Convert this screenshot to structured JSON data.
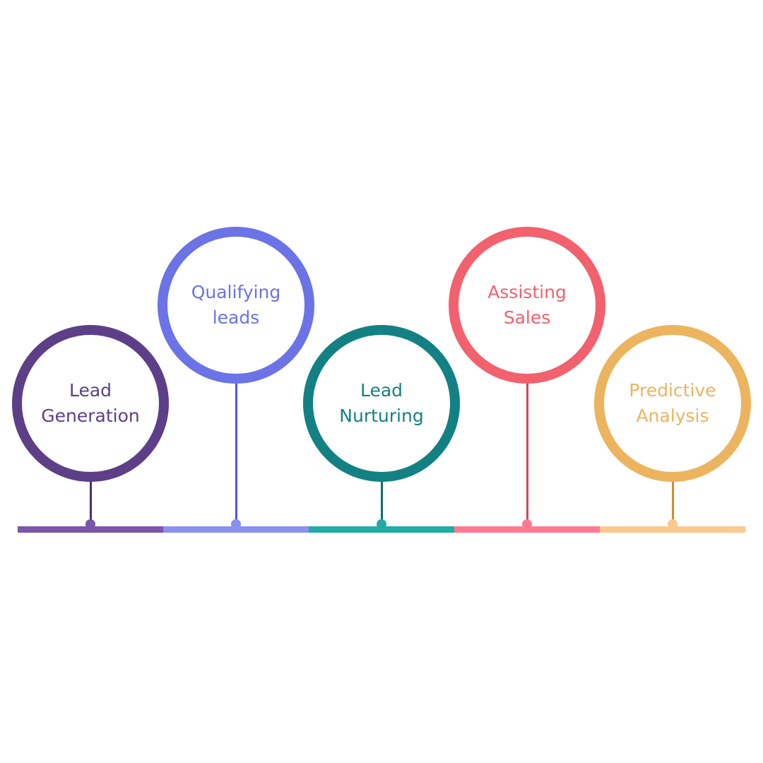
{
  "steps": [
    {
      "line1": "Lead",
      "line2": "Generation",
      "ring": "#5c3f87",
      "stem": "#4b2f6e",
      "bar": "#7a55aa"
    },
    {
      "line1": "Qualifying",
      "line2": "leads",
      "ring": "#6b73e6",
      "stem": "#4c57dd",
      "bar": "#8990ee"
    },
    {
      "line1": "Lead",
      "line2": "Nurturing",
      "ring": "#138183",
      "stem": "#0f6f6d",
      "bar": "#22aaa6"
    },
    {
      "line1": "Assisting",
      "line2": "Sales",
      "ring": "#f2616e",
      "stem": "#c94a5a",
      "bar": "#ff7a90"
    },
    {
      "line1": "Predictive",
      "line2": "Analysis",
      "ring": "#ecb45f",
      "stem": "#d88a2e",
      "bar": "#fbc98e"
    }
  ]
}
